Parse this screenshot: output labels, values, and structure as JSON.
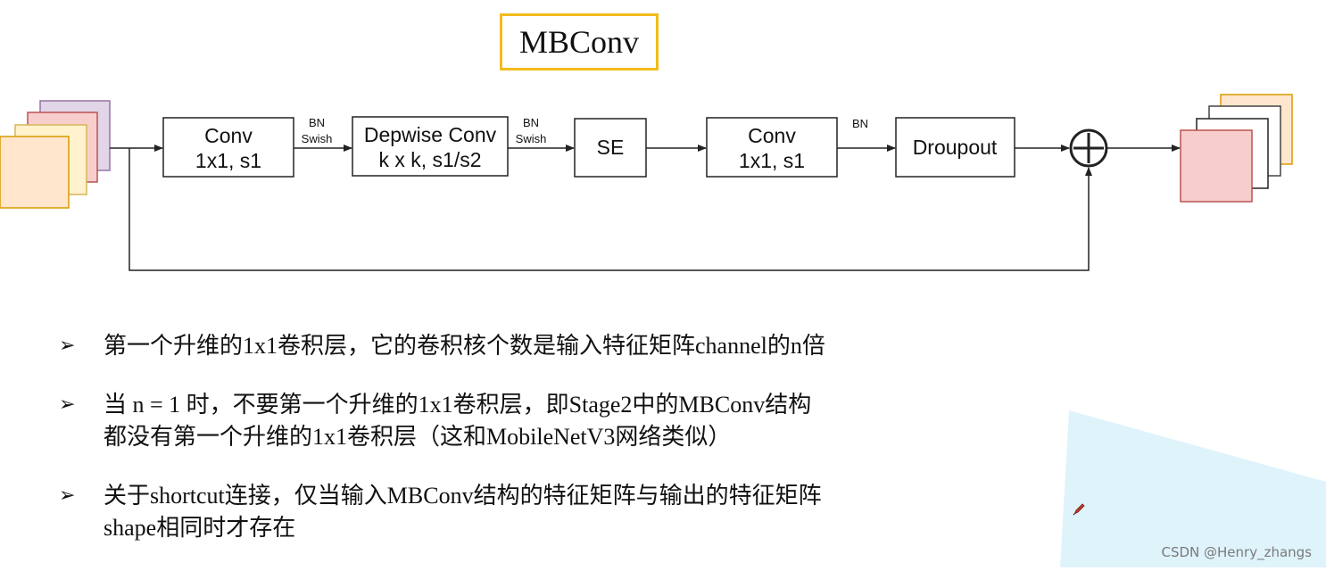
{
  "title": "MBConv",
  "blocks": [
    {
      "id": "conv1",
      "line1": "Conv",
      "line2": "1x1, s1"
    },
    {
      "id": "dwconv",
      "line1": "Depwise Conv",
      "line2": "k x k, s1/s2"
    },
    {
      "id": "se",
      "line1": "SE",
      "line2": ""
    },
    {
      "id": "conv2",
      "line1": "Conv",
      "line2": "1x1, s1"
    },
    {
      "id": "dropout",
      "line1": "Droupout",
      "line2": ""
    }
  ],
  "arrow_labels": {
    "after_conv1": [
      "BN",
      "Swish"
    ],
    "after_dwconv": [
      "BN",
      "Swish"
    ],
    "after_conv2": [
      "BN"
    ]
  },
  "colors": {
    "title_border": "#f2bc1b",
    "input_stack": [
      "#e1d5e7",
      "#f8cecc",
      "#fff2cc",
      "#ffe6cc"
    ],
    "output_stack": [
      "#ffe6cc",
      "#ffffff",
      "#ffffff",
      "#f8cecc"
    ],
    "line": "#222222",
    "decor": "#dff3fb"
  },
  "bullets": [
    {
      "marker": "➢",
      "lines": [
        "第一个升维的1x1卷积层，它的卷积核个数是输入特征矩阵channel的n倍"
      ]
    },
    {
      "marker": "➢",
      "lines": [
        "当 n = 1 时，不要第一个升维的1x1卷积层，即Stage2中的MBConv结构",
        "都没有第一个升维的1x1卷积层（这和MobileNetV3网络类似）"
      ]
    },
    {
      "marker": "➢",
      "lines": [
        "关于shortcut连接，仅当输入MBConv结构的特征矩阵与输出的特征矩阵",
        "shape相同时才存在"
      ]
    }
  ],
  "watermark": "CSDN @Henry_zhangs"
}
